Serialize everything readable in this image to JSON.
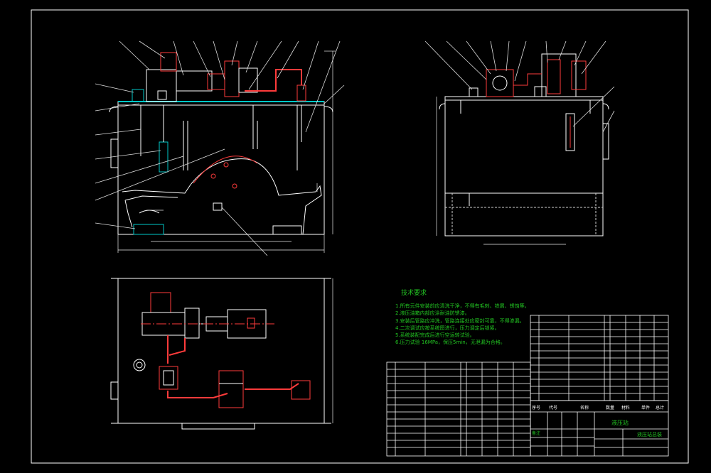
{
  "notes": {
    "title": "技术要求",
    "lines": [
      "1.所有元件安装前应清洗干净，不得有毛刺、铁屑、锈蚀等。",
      "2.液压油箱内部应涂耐油防锈漆。",
      "3.安装后管路应冲洗，管路连接处应密封可靠，不得渗漏。",
      "4.二次调试应按系统图进行，压力调定后锁紧。",
      "5.系统装配完成后进行空运转试验。",
      "6.压力试验 16MPa，保压5min，无泄漏为合格。"
    ]
  },
  "titleblock": {
    "main_title": "液压站",
    "drawing_name": "液压站总装",
    "table_headers": [
      "序号",
      "代号",
      "名称",
      "数量",
      "材料",
      "单件",
      "总计",
      "备注"
    ]
  },
  "colors": {
    "frame": "#ffffff",
    "outline": "#ffffff",
    "pipe": "#ff3b3b",
    "hidden": "#d0d0d0",
    "dimension": "#e8e8e8",
    "centerline": "#ff3b3b",
    "hatch": "#00c8c8",
    "notes": "#22c322",
    "valve": "#ff5050"
  }
}
